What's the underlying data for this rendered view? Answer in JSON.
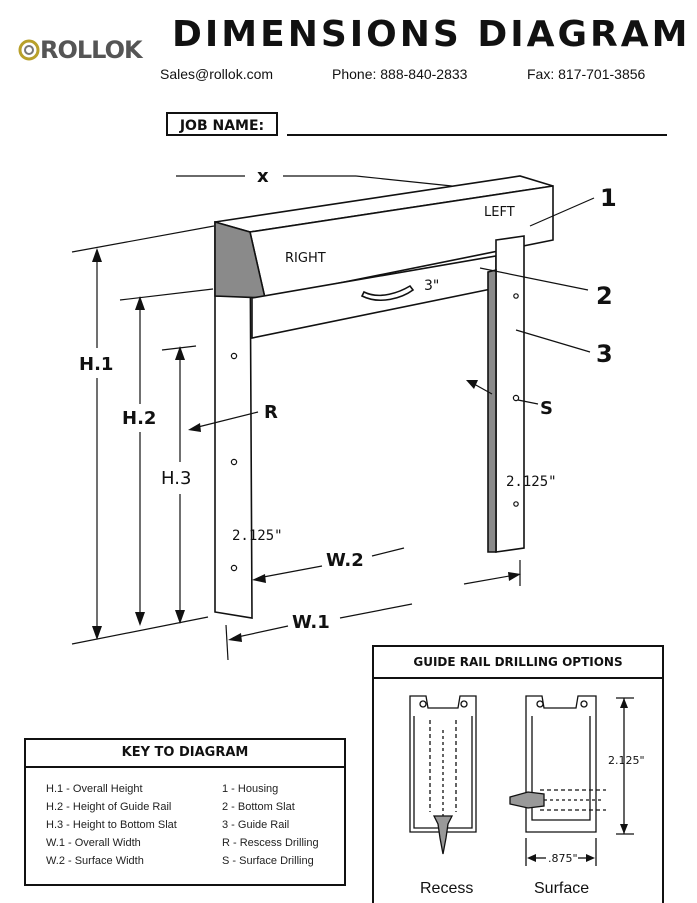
{
  "header": {
    "logo_text": "ROLLOK",
    "title": "DIMENSIONS DIAGRAM",
    "email": "Sales@rollok.com",
    "phone": "Phone: 888-840-2833",
    "fax": "Fax: 817-701-3856"
  },
  "job": {
    "label": "JOB NAME:"
  },
  "diagram": {
    "x": "x",
    "left": "LEFT",
    "right": "RIGHT",
    "three_in": "3\"",
    "callout_1": "1",
    "callout_2": "2",
    "callout_3": "3",
    "h1": "H.1",
    "h2": "H.2",
    "h3": "H.3",
    "r": "R",
    "s": "S",
    "dim_left": "2.125\"",
    "dim_right": "2.125\"",
    "w1": "W.1",
    "w2": "W.2"
  },
  "key": {
    "title": "KEY TO DIAGRAM",
    "left_items": [
      "H.1 - Overall Height",
      "H.2 - Height of Guide Rail",
      "H.3 - Height to Bottom Slat",
      "W.1 - Overall Width",
      "W.2 - Surface Width"
    ],
    "right_items": [
      "1 - Housing",
      "2 - Bottom Slat",
      "3 - Guide Rail",
      "R - Rescess Drilling",
      "S - Surface Drilling"
    ]
  },
  "guide": {
    "title": "GUIDE RAIL DRILLING OPTIONS",
    "dim_height": "2.125\"",
    "dim_width": ".875\"",
    "caption_recess": "Recess",
    "caption_surface": "Surface"
  },
  "colors": {
    "ink": "#111111",
    "shade": "#8a8a8a",
    "logo_ring": "#b8a02a"
  }
}
